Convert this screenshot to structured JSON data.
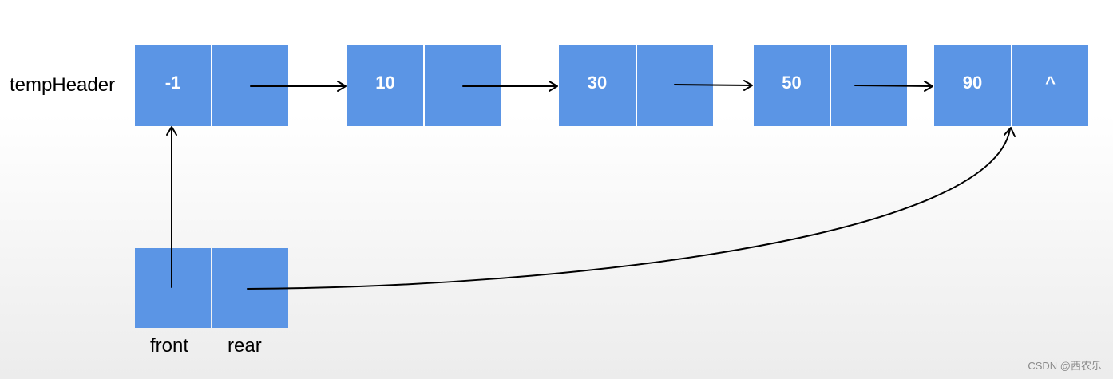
{
  "header_label": "tempHeader",
  "nodes": [
    {
      "value": "-1",
      "next": ""
    },
    {
      "value": "10",
      "next": ""
    },
    {
      "value": "30",
      "next": ""
    },
    {
      "value": "50",
      "next": ""
    },
    {
      "value": "90",
      "next": "^"
    }
  ],
  "queue": {
    "front_label": "front",
    "rear_label": "rear"
  },
  "watermark": "CSDN @西农乐"
}
